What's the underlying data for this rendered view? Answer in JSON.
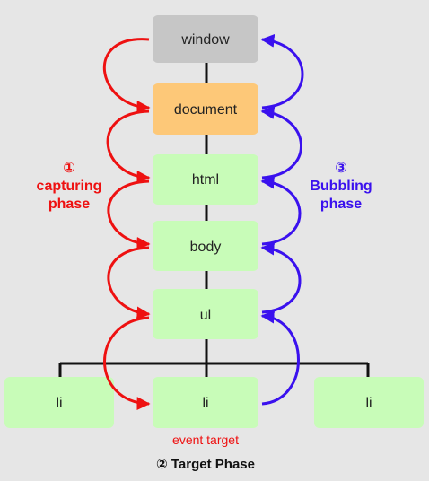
{
  "nodes": {
    "window": "window",
    "document": "document",
    "html": "html",
    "body": "body",
    "ul": "ul",
    "li_left": "li",
    "li_center": "li",
    "li_right": "li"
  },
  "capturing": {
    "number": "①",
    "line1": "capturing",
    "line2": "phase"
  },
  "bubbling": {
    "number": "③",
    "line1": "Bubbling",
    "line2": "phase"
  },
  "target": {
    "caption": "event target",
    "phase_label": "② Target Phase"
  },
  "colors": {
    "background": "#e6e6e6",
    "window_box": "#c6c6c6",
    "document_box": "#fdc878",
    "element_box": "#c8fcb8",
    "connector": "#111111",
    "capturing": "#ee1111",
    "bubbling": "#3a11ee"
  }
}
